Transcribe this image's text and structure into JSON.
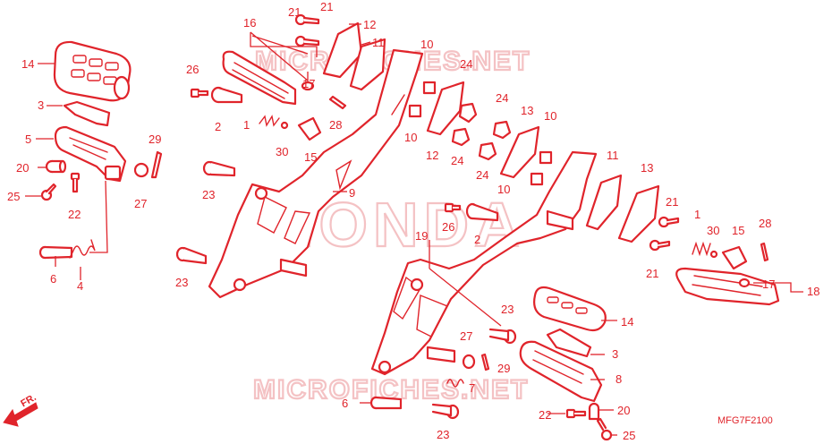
{
  "diagram": {
    "watermark_site": "MICROFICHES.NET",
    "watermark_brand": "HONDA",
    "diagram_code": "MFG7F2100",
    "front_indicator": "FR.",
    "accent_color": "#e0242b",
    "watermark_color": "#f4c2c4",
    "callouts": {
      "c14a": "14",
      "c3a": "3",
      "c5": "5",
      "c29a": "29",
      "c20a": "20",
      "c25a": "25",
      "c22a": "22",
      "c27a": "27",
      "c6a": "6",
      "c4": "4",
      "c16": "16",
      "c21a": "21",
      "c21b": "21",
      "c12a": "12",
      "c11a": "11",
      "c26a": "26",
      "c17a": "17",
      "c2a": "2",
      "c1a": "1",
      "c30a": "30",
      "c28a": "28",
      "c15a": "15",
      "c23a": "23",
      "c9": "9",
      "c23b": "23",
      "c10a": "10",
      "c24a": "24",
      "c24b": "24",
      "c10b": "10",
      "c12b": "12",
      "c24c": "24",
      "c13a": "13",
      "c10c": "10",
      "c24d": "24",
      "c10d": "10",
      "c19": "19",
      "c26b": "26",
      "c2b": "2",
      "c11b": "11",
      "c13b": "13",
      "c21c": "21",
      "c1b": "1",
      "c30b": "30",
      "c15b": "15",
      "c28b": "28",
      "c21d": "21",
      "c17b": "17",
      "c18": "18",
      "c23c": "23",
      "c14b": "14",
      "c27b": "27",
      "c3b": "3",
      "c29b": "29",
      "c7": "7",
      "c8": "8",
      "c6b": "6",
      "c23d": "23",
      "c22b": "22",
      "c20b": "20",
      "c25b": "25"
    }
  }
}
